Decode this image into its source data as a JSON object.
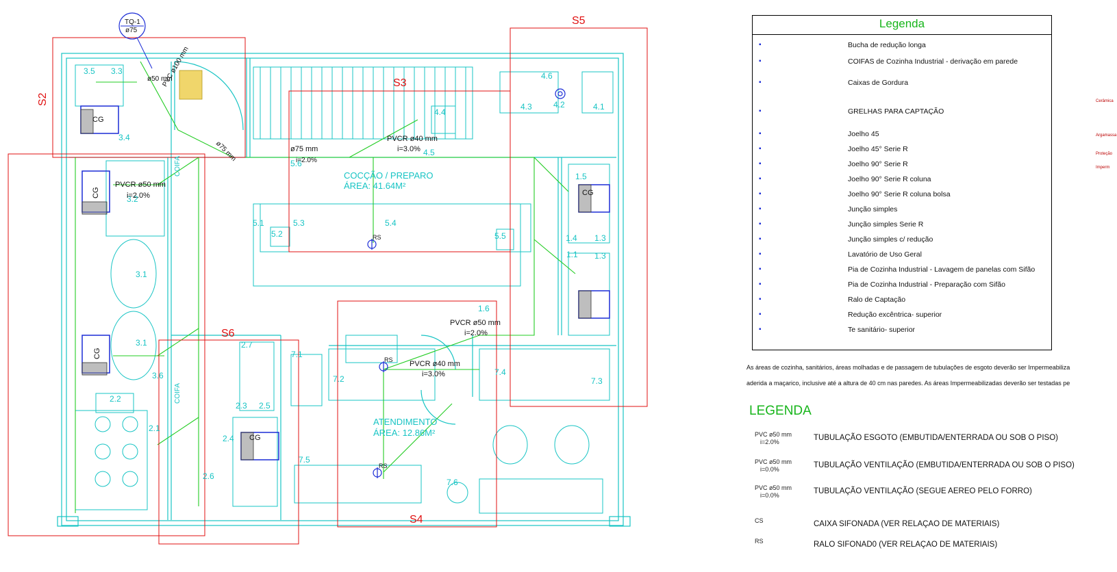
{
  "plan": {
    "top_tag": {
      "line1": "TQ-1",
      "line2": "ø75"
    },
    "sections": [
      "S2",
      "S3",
      "S4",
      "S5",
      "S6"
    ],
    "areas": [
      {
        "name": "COCÇÃO / PREPARO",
        "area": "ÁREA: 41.64M²"
      },
      {
        "name": "ATENDIMENTO",
        "area": "ÁREA: 12.86M²"
      }
    ],
    "equipment_labels": [
      "3.5",
      "3.3",
      "3.4",
      "CG",
      "3.2",
      "3.1",
      "3.1",
      "3.6",
      "2.2",
      "2.1",
      "2.7",
      "2.3",
      "2.5",
      "2.4",
      "2.6",
      "7.1",
      "7.2",
      "7.5",
      "7.6",
      "7.4",
      "7.3",
      "1.6",
      "5.1",
      "5.3",
      "5.2",
      "5.4",
      "5.5",
      "5.6",
      "4.5",
      "4.4",
      "4.6",
      "4.3",
      "4.2",
      "4.1",
      "1.5",
      "1.4",
      "1.3",
      "1.1",
      "1.3"
    ],
    "coifa_labels": [
      "COIFA",
      "COIFA"
    ],
    "pipe_labels": [
      "PVCR ø50 mm",
      "i=2.0%",
      "PVCR ø40 mm",
      "i=3.0%",
      "ø75 mm",
      "PVC ø100 mm",
      "ø50 mm",
      "ø75 mm",
      "i=2.0%",
      "PVCR ø50 mm",
      "i=2.0%",
      "PVCR ø40 mm",
      "i=3.0%",
      "RS",
      "RS",
      "RS",
      "RS",
      "CG",
      "CG",
      "CG",
      "CG"
    ]
  },
  "legend_box": {
    "title": "Legenda",
    "items": [
      {
        "icon": "bucha-icon",
        "label": "Bucha de redução longa"
      },
      {
        "icon": "coifa-icon",
        "label": "COIFAS de  Cozinha Industrial - derivação em parede"
      },
      {
        "icon": "caixa-gordura-icon",
        "label": "Caixas de Gordura"
      },
      {
        "icon": "grelha-icon",
        "label": "GRELHAS PARA CAPTAÇÃO"
      },
      {
        "icon": "joelho45-icon",
        "label": "Joelho 45"
      },
      {
        "icon": "joelho45r-icon",
        "label": "Joelho 45° Serie R"
      },
      {
        "icon": "joelho90r-icon",
        "label": "Joelho 90° Serie R"
      },
      {
        "icon": "joelho90rc-icon",
        "label": "Joelho 90° Serie R coluna"
      },
      {
        "icon": "joelho90rcb-icon",
        "label": "Joelho 90° Serie R coluna bolsa"
      },
      {
        "icon": "juncao-icon",
        "label": "Junção simples"
      },
      {
        "icon": "juncao-r-icon",
        "label": "Junção simples Serie R"
      },
      {
        "icon": "juncao-red-icon",
        "label": "Junção simples c/ redução"
      },
      {
        "icon": "lavatorio-icon",
        "label": "Lavatório  de Uso Geral"
      },
      {
        "icon": "pia-lavagem-icon",
        "label": "Pia de Cozinha Industrial - Lavagem de panelas com Sifão"
      },
      {
        "icon": "pia-preparo-icon",
        "label": "Pia de Cozinha Industrial - Preparação com Sifão"
      },
      {
        "icon": "ralo-icon",
        "label": "Ralo de Captação"
      },
      {
        "icon": "reducao-icon",
        "label": "Redução excêntrica- superior"
      },
      {
        "icon": "te-icon",
        "label": "Te sanitário- superior"
      }
    ]
  },
  "notes": {
    "line1": "As áreas de cozinha, sanitários, áreas molhadas e de passagem de tubulações de esgoto deverão ser Impermeabiliza",
    "line2": "aderida a maçarico, inclusive até a altura de 40 cm nas paredes. As áreas Impermeabilizadas deverão ser testadas pe"
  },
  "legenda2": {
    "title": "LEGENDA",
    "rows": [
      {
        "key1": "PVC  ø50 mm",
        "key2": "i=2.0%",
        "text": "TUBULAÇÃO  ESGOTO  (EMBUTIDA/ENTERRADA OU SOB O  PISO)"
      },
      {
        "key1": "PVC  ø50 mm",
        "key2": "i=0.0%",
        "text": "TUBULAÇÃO VENTILAÇÃO (EMBUTIDA/ENTERRADA OU SOB O  PISO)"
      },
      {
        "key1": "PVC  ø50 mm",
        "key2": "i=0.0%",
        "text": "TUBULAÇÃO VENTILAÇÃO (SEGUE AEREO PELO FORRO)"
      },
      {
        "key1": "CS",
        "key2": "",
        "text": "CAIXA SIFONADA (VER RELAÇAO DE MATERIAIS)"
      },
      {
        "key1": "RS",
        "key2": "",
        "text": "RALO SIFONAD0 (VER RELAÇAO DE MATERIAIS)"
      }
    ]
  },
  "side_notes": [
    "Cerâmica",
    "Argamassa",
    "Proteção",
    "Imperm"
  ],
  "colors": {
    "cyan": "#17c4c4",
    "green": "#22cc22",
    "red": "#e01010",
    "blue": "#1a2bd6",
    "legend_green": "#17b51b"
  }
}
